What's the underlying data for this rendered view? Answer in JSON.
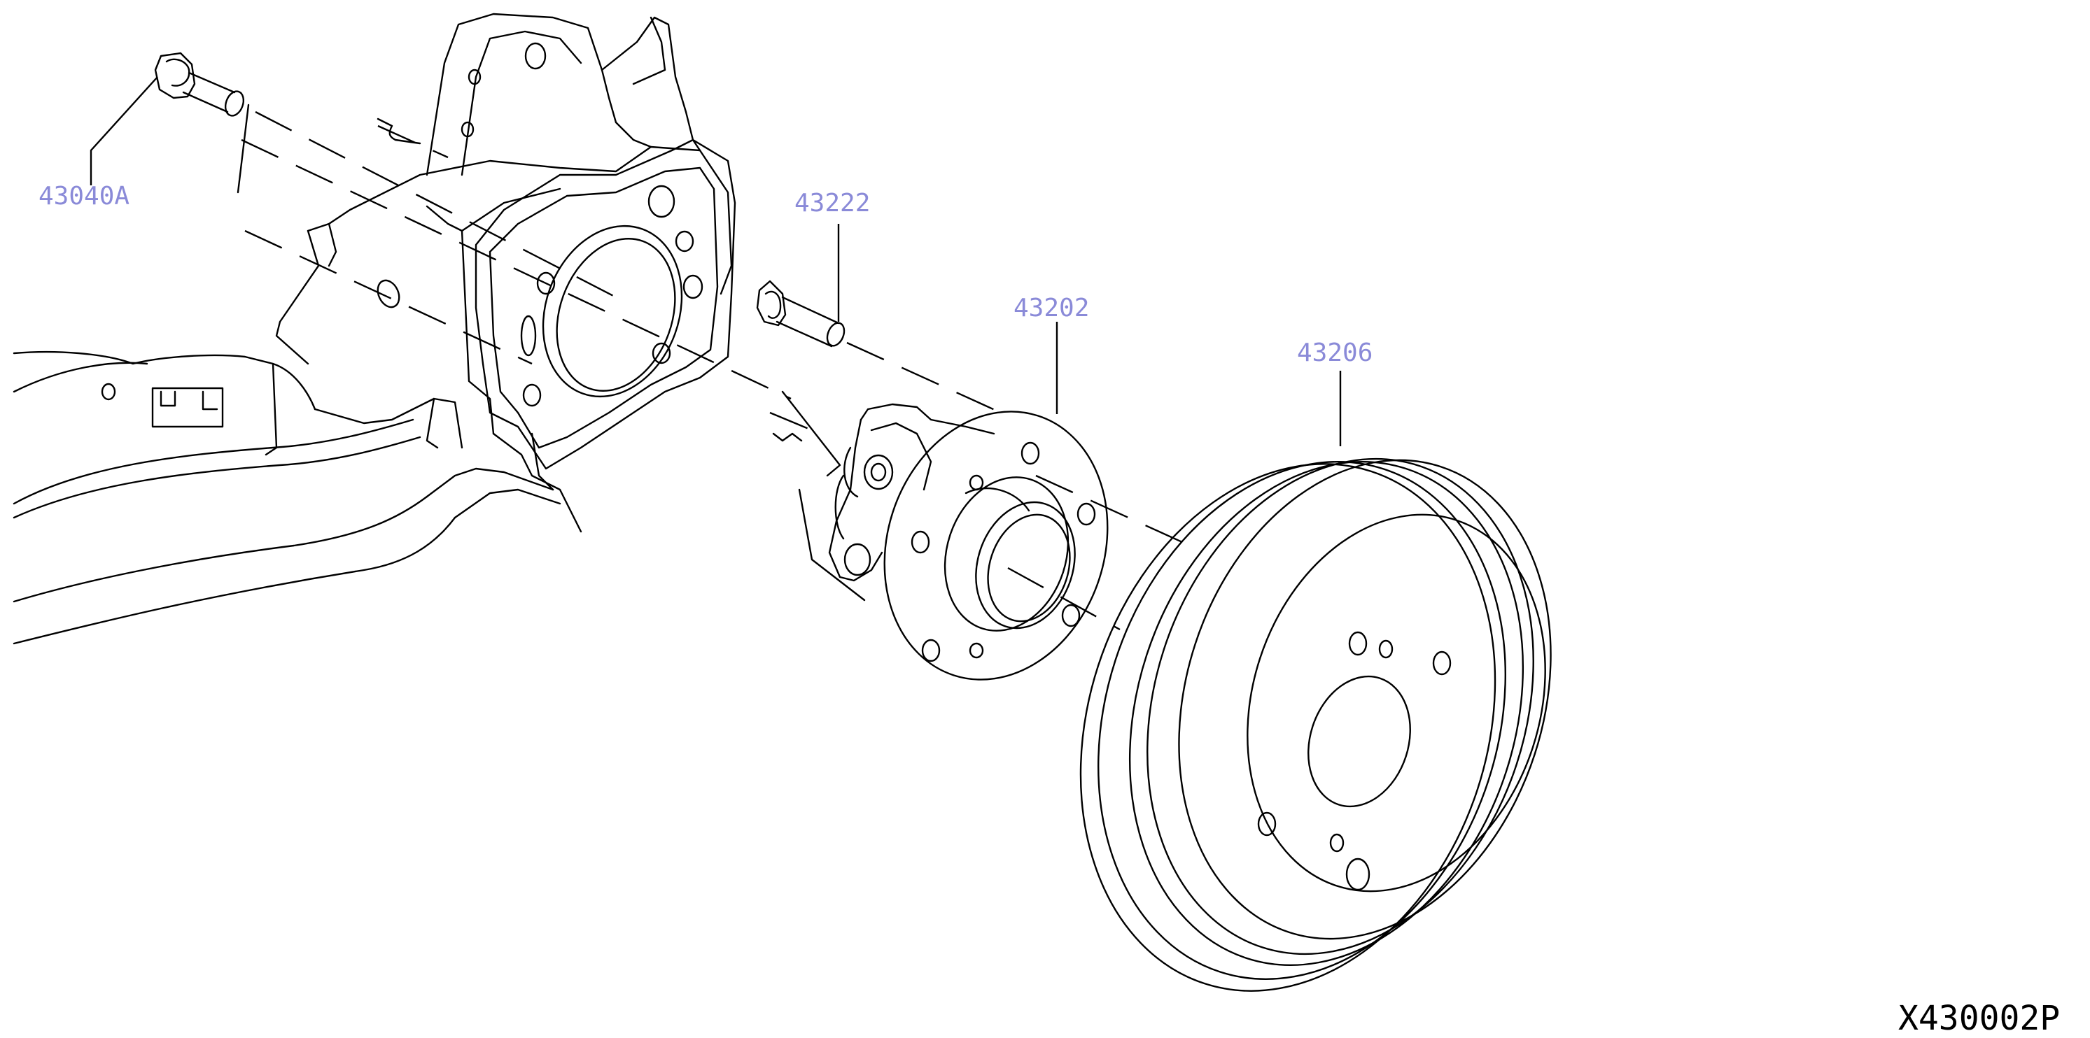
{
  "callouts": {
    "bolt": "43040A",
    "stud": "43222",
    "hub": "43202",
    "drum": "43206"
  },
  "diagram_code": "X430002P",
  "colors": {
    "callout_text": "#8a8ad8",
    "line_art": "#000000",
    "background": "#ffffff"
  }
}
